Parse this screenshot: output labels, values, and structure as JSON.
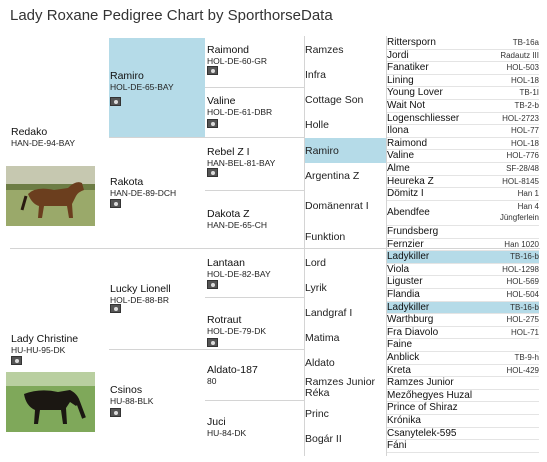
{
  "title": "Lady Roxane Pedigree Chart by SporthorseData",
  "colors": {
    "highlight": "#b5dbe8"
  },
  "gen1": [
    {
      "name": "Redako",
      "reg": "HAN-DE-94-BAY",
      "photo": "bay horse"
    },
    {
      "name": "Lady Christine",
      "reg": "HU-HU-95-DK",
      "photo": "dark horse"
    }
  ],
  "gen2": [
    {
      "name": "Ramiro",
      "reg": "HOL-DE-65-BAY"
    },
    {
      "name": "Rakota",
      "reg": "HAN-DE-89-DCH"
    },
    {
      "name": "Lucky Lionell",
      "reg": "HOL-DE-88-BR"
    },
    {
      "name": "Csinos",
      "reg": "HU-88-BLK"
    }
  ],
  "gen3": [
    {
      "name": "Raimond",
      "reg": "HOL-DE-60-GR"
    },
    {
      "name": "Valine",
      "reg": "HOL-DE-61-DBR"
    },
    {
      "name": "Rebel Z I",
      "reg": "HAN-BEL-81-BAY"
    },
    {
      "name": "Dakota Z",
      "reg": "HAN-DE-65-CH"
    },
    {
      "name": "Lantaan",
      "reg": "HOL-DE-82-BAY"
    },
    {
      "name": "Rotraut",
      "reg": "HOL-DE-79-DK"
    },
    {
      "name": "Aldato-187",
      "reg": "80"
    },
    {
      "name": "Juci",
      "reg": "HU-84-DK"
    }
  ],
  "gen4": [
    "Ramzes",
    "Infra",
    "Cottage Son",
    "Holle",
    "Ramiro",
    "Argentina Z",
    "Domänenrat I",
    "Funktion",
    "Lord",
    "Lyrik",
    "Landgraf I",
    "Matima",
    "Aldato",
    "Ramzes Junior Réka",
    "Princ",
    "Bogár II"
  ],
  "gen5": [
    {
      "name": "Rittersporn",
      "reg": "TB-16a"
    },
    {
      "name": "Jordi",
      "reg": "Radautz III"
    },
    {
      "name": "Fanatiker",
      "reg": "HOL-503"
    },
    {
      "name": "Lining",
      "reg": "HOL-18"
    },
    {
      "name": "Young Lover",
      "reg": "TB-1I"
    },
    {
      "name": "Wait Not",
      "reg": "TB-2-b"
    },
    {
      "name": "Logenschliesser",
      "reg": "HOL-2723"
    },
    {
      "name": "Ilona",
      "reg": "HOL-77"
    },
    {
      "name": "Raimond",
      "reg": "HOL-18"
    },
    {
      "name": "Valine",
      "reg": "HOL-776"
    },
    {
      "name": "Alme",
      "reg": "SF-28/48"
    },
    {
      "name": "Heureka Z",
      "reg": "HOL-8145"
    },
    {
      "name": "Dömitz I",
      "reg": "Han 1"
    },
    {
      "name": "Abendfee",
      "reg": "Han 4",
      "reg2": "Jüngferlein"
    },
    {
      "name": "Frundsberg",
      "reg": ""
    },
    {
      "name": "Fernzier",
      "reg": "Han 1020"
    },
    {
      "name": "Ladykiller",
      "reg": "TB-16-b"
    },
    {
      "name": "Viola",
      "reg": "HOL-1298"
    },
    {
      "name": "Liguster",
      "reg": "HOL-569"
    },
    {
      "name": "Flandia",
      "reg": "HOL-504"
    },
    {
      "name": "Ladykiller",
      "reg": "TB-16-b"
    },
    {
      "name": "Warthburg",
      "reg": "HOL-275"
    },
    {
      "name": "Fra Diavolo",
      "reg": "HOL-71"
    },
    {
      "name": "Faine",
      "reg": ""
    },
    {
      "name": "Anblick",
      "reg": "TB-9-h"
    },
    {
      "name": "Kreta",
      "reg": "HOL-429"
    },
    {
      "name": "Ramzes Junior",
      "reg": ""
    },
    {
      "name": "Mezőhegyes Huzal",
      "reg": ""
    },
    {
      "name": "Prince of Shiraz",
      "reg": ""
    },
    {
      "name": "Krónika",
      "reg": ""
    },
    {
      "name": "Csanytelek-595",
      "reg": ""
    },
    {
      "name": "Fáni",
      "reg": ""
    }
  ]
}
